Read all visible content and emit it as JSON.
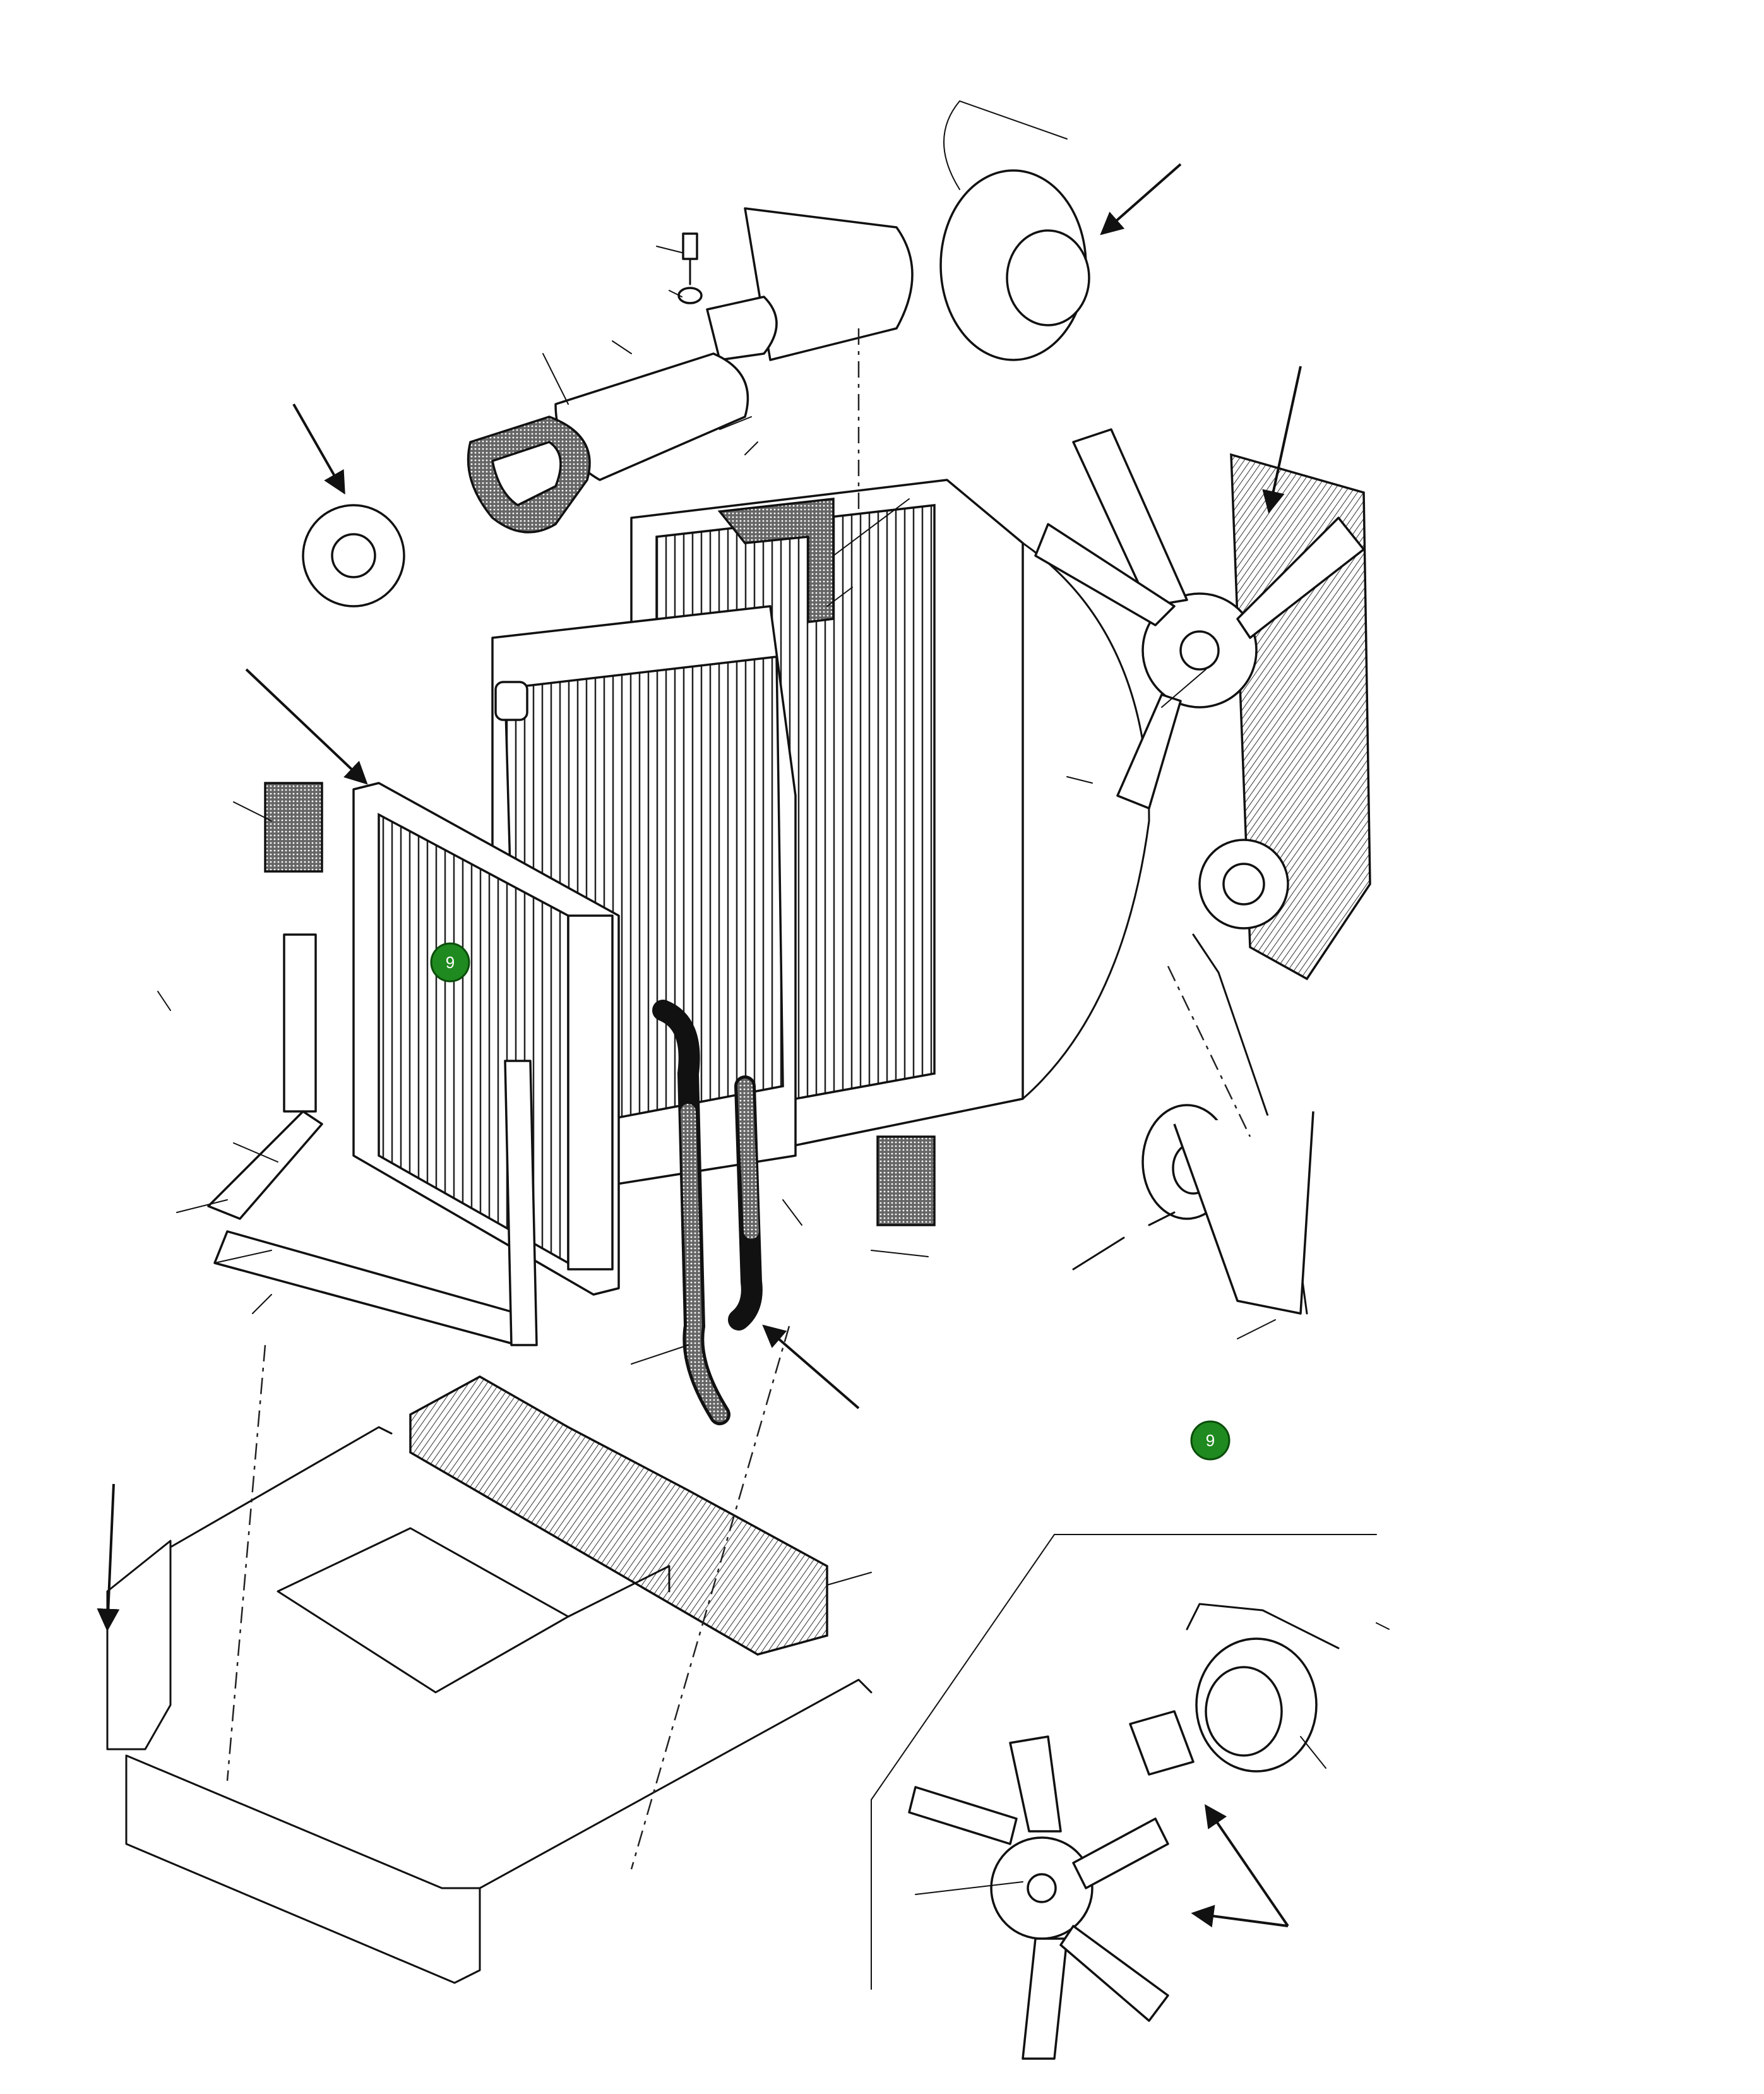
{
  "diagram": {
    "callouts": [
      {
        "id": "callout-radiator",
        "label": "9"
      },
      {
        "id": "callout-fan-detail",
        "label": "9"
      }
    ]
  }
}
